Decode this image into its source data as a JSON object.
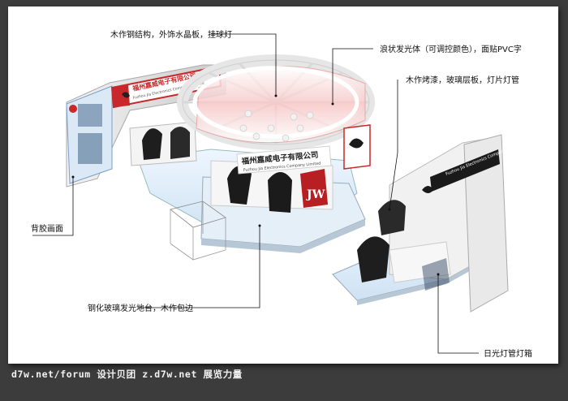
{
  "annotations": {
    "wood_steel_structure": "木作钢结构，外饰水晶板，挂球灯",
    "wave_light_body": "浪状发光体（可调控颜色），面贴PVC字",
    "wood_paint_glass": "木作烤漆，玻璃层板，灯片灯管",
    "back_graphic": "背胶画面",
    "glass_platform": "钢化玻璃发光地台，木作包边",
    "lightbox": "日光灯管灯箱"
  },
  "signage": {
    "company_cn": "福州嘉威电子有限公司",
    "company_en": "Fuzhou Jia Electronics Company Limited",
    "logo_text": "JW"
  },
  "watermark": "d7w.net/forum 设计贝团 z.d7w.net 展览力量",
  "colors": {
    "background": "#3c3c3c",
    "sheet": "#ffffff",
    "accent_red": "#c8282a",
    "glow_pink": "#f7c8c8"
  }
}
